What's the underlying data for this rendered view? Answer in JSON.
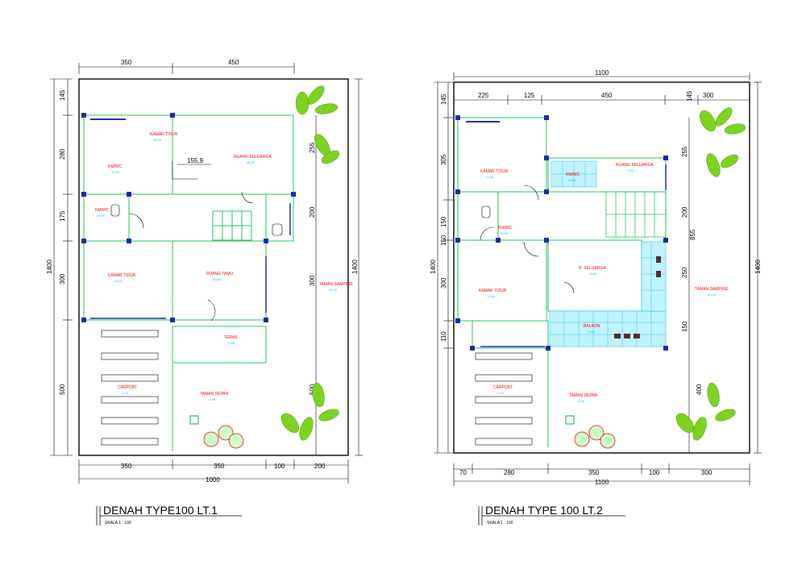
{
  "plans": [
    {
      "title": "DENAH TYPE100 LT.1",
      "scale_text": "SKALA 1 : 100",
      "dims_top": [
        "350",
        "450"
      ],
      "dims_bottom": [
        "350",
        "350",
        "100",
        "200"
      ],
      "dims_total_bottom": "1000",
      "dims_left": [
        "145",
        "280",
        "175",
        "300",
        "500"
      ],
      "dims_left_total": "1400",
      "dims_right_total": "1400",
      "dims_right": [
        "255",
        "200",
        "300",
        "500"
      ],
      "dim_inner": "155,9",
      "rooms": [
        {
          "label": "KAMAR TIDUR",
          "sub": "±0.00"
        },
        {
          "label": "KM/WC",
          "sub": "±0.00"
        },
        {
          "label": "RUANG KELUARGA",
          "sub": "±0.00"
        },
        {
          "label": "KM/WC",
          "sub": "±0.00"
        },
        {
          "label": "KAMAR TIDUR",
          "sub": "±0.00"
        },
        {
          "label": "RUANG TAMU",
          "sub": "±0.00"
        },
        {
          "label": "TAMAN SAMPING",
          "sub": "±0.00"
        },
        {
          "label": "TERAS",
          "sub": "-0.05"
        },
        {
          "label": "CARPORT",
          "sub": "-0.10"
        },
        {
          "label": "TAMAN DEPAN",
          "sub": "-0.05"
        }
      ]
    },
    {
      "title": "DENAH TYPE 100 LT.2",
      "scale_text": "SKALA 1 : 100",
      "dims_top_total": "1100",
      "dims_top": [
        "225",
        "125",
        "450",
        "145",
        "300"
      ],
      "dims_bottom": [
        "70",
        "280",
        "350",
        "100",
        "300"
      ],
      "dims_total_bottom": "1100",
      "dims_left": [
        "145",
        "305",
        "150",
        "150",
        "300",
        "110"
      ],
      "dims_left_total": "1400",
      "dims_right_total": "1400",
      "dims_right": [
        "255",
        "200",
        "855",
        "250",
        "150",
        "400"
      ],
      "rooms": [
        {
          "label": "KAMAR TIDUR",
          "sub": "+3.50"
        },
        {
          "label": "KM/WC",
          "sub": "+3.50"
        },
        {
          "label": "RUANG KELUARGA",
          "sub": "+3.50"
        },
        {
          "label": "KM/WC",
          "sub": "+3.50"
        },
        {
          "label": "KAMAR TIDUR",
          "sub": "+3.50"
        },
        {
          "label": "R. KELUARGA",
          "sub": "+3.50"
        },
        {
          "label": "TAMAN SAMPING",
          "sub": "±0.00"
        },
        {
          "label": "BALKON",
          "sub": "+3.50"
        },
        {
          "label": "CARPORT",
          "sub": "-0.10"
        },
        {
          "label": "TAMAN DEPAN",
          "sub": "-0.05"
        }
      ]
    }
  ],
  "colors": {
    "wall": "#000000",
    "inner_wall": "#22c55e",
    "column": "#1e2aa8",
    "room_label": "#ff0000",
    "level_label": "#00b7ff",
    "tile": "#bff3ff",
    "plant": "#7ed321"
  }
}
